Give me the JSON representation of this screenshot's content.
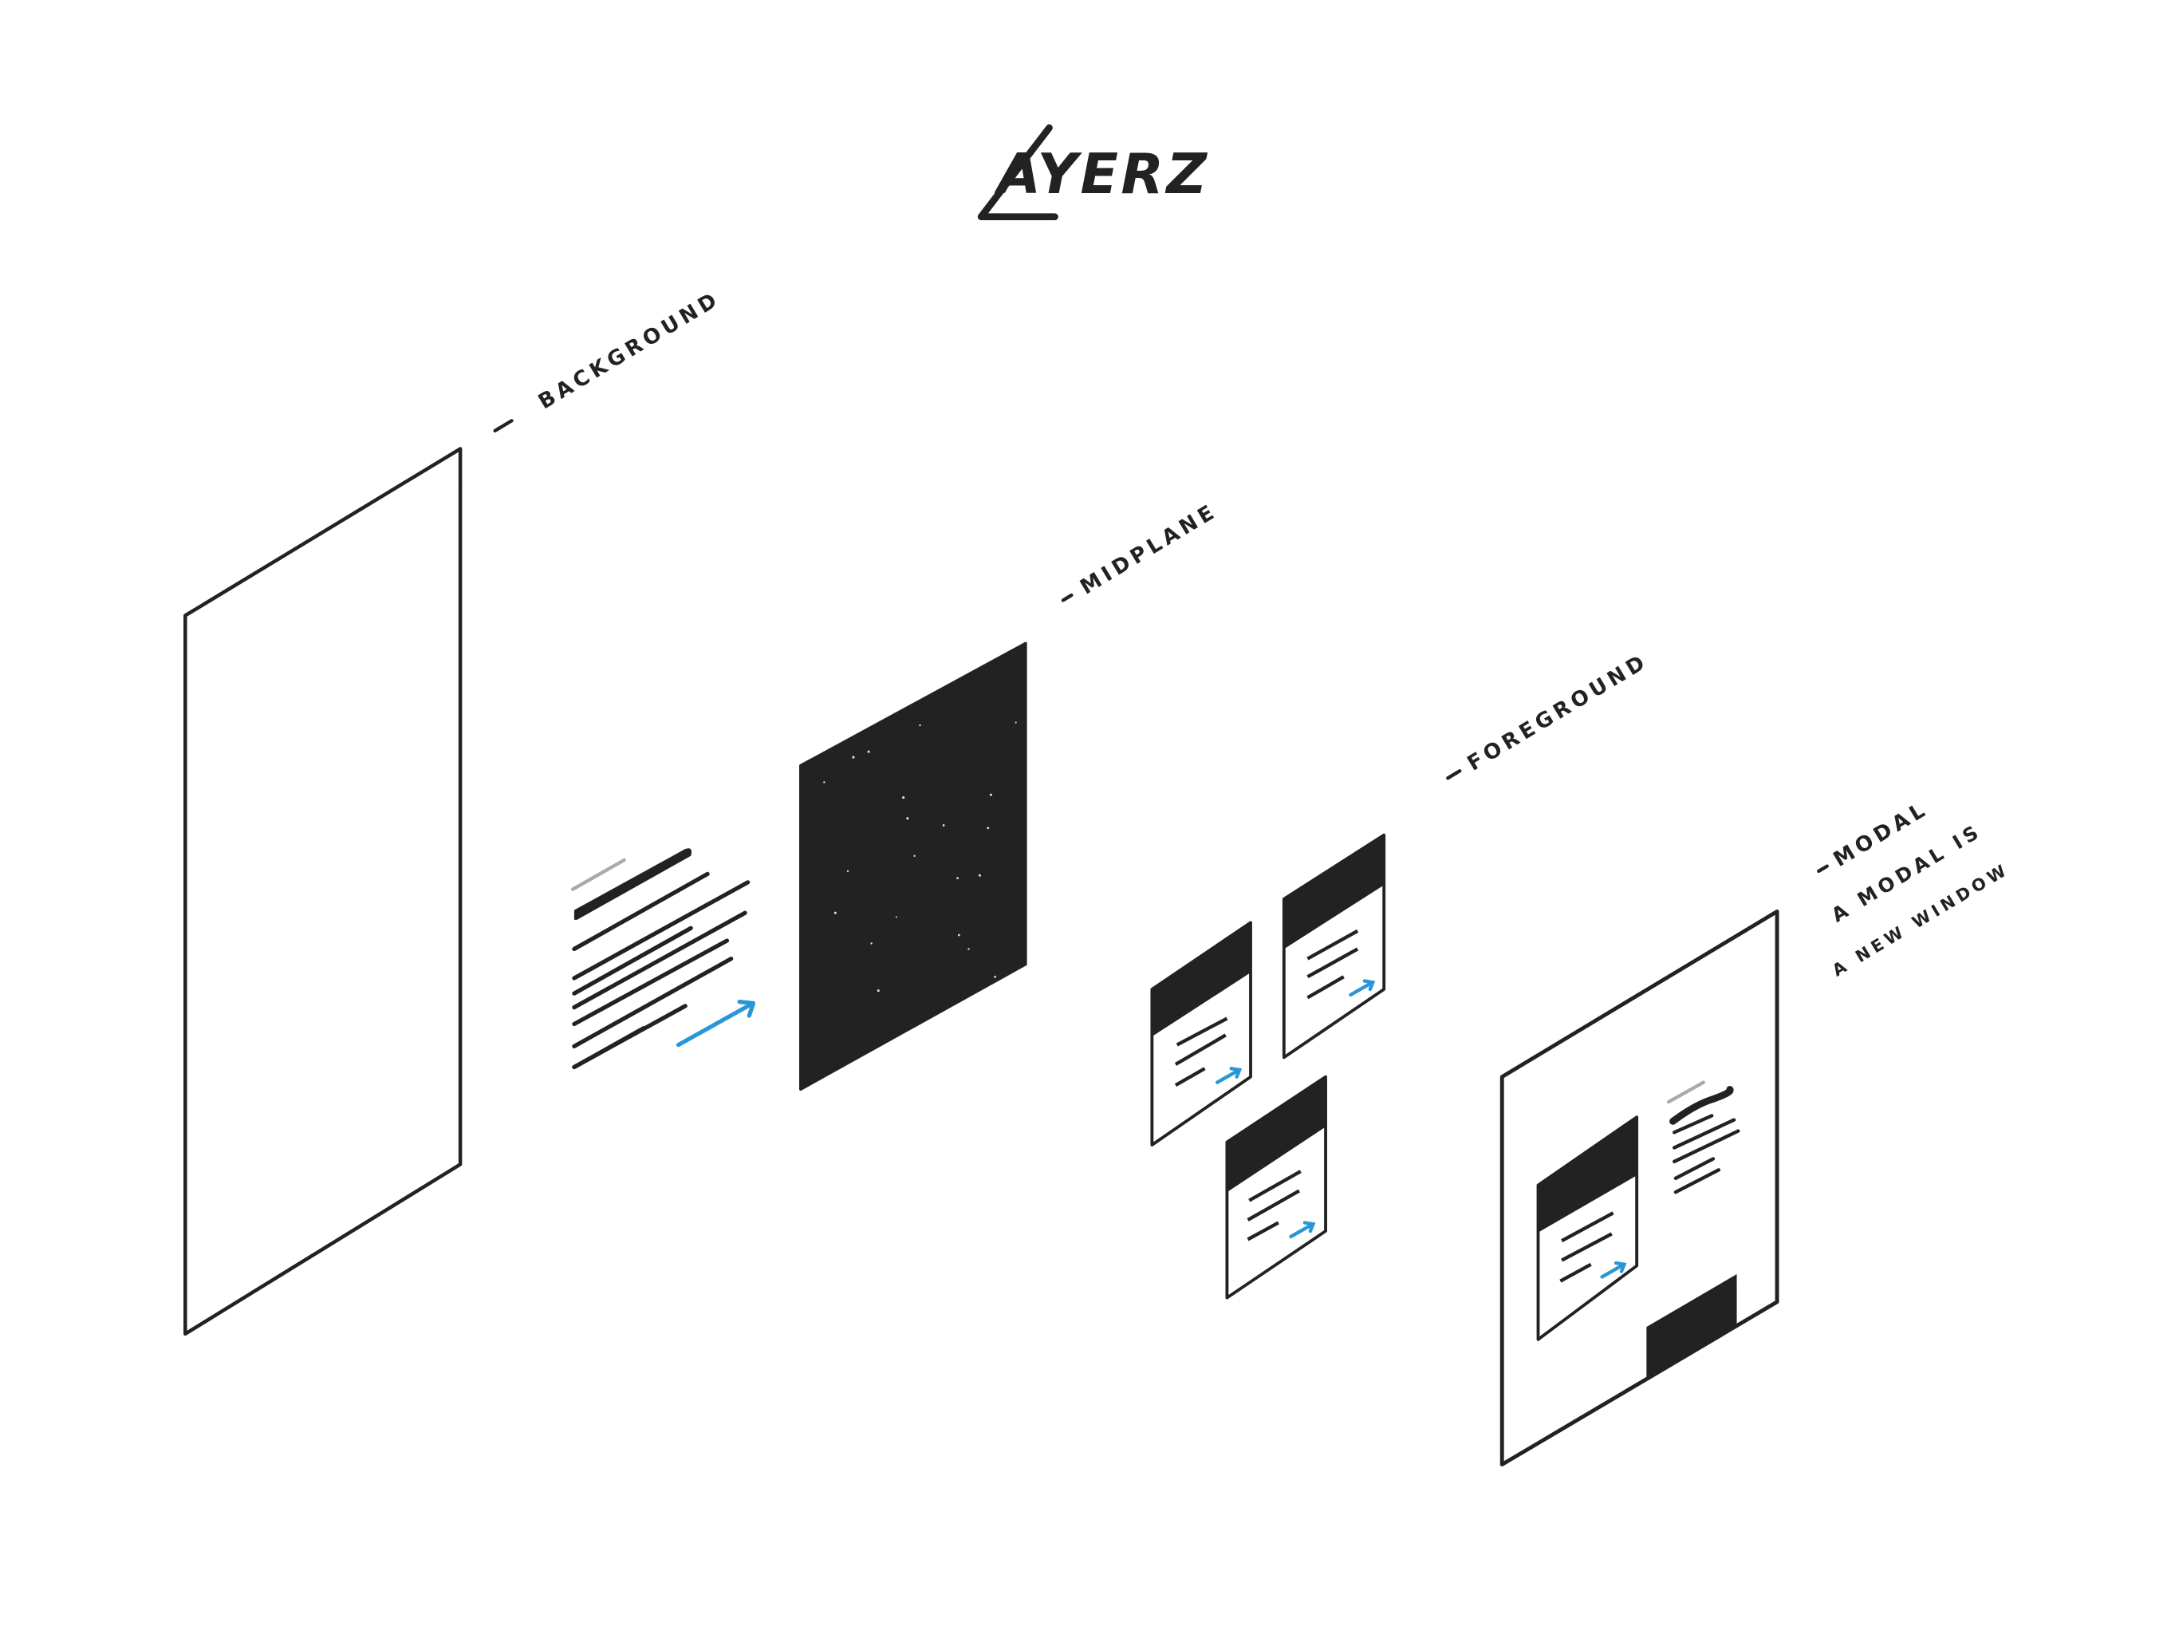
{
  "title": "LAYERZ",
  "title_rest": "AYERZ",
  "colors": {
    "ink": "#222222",
    "accent_blue": "#2a96d6",
    "muted_gray": "#aaaaaa",
    "background": "#ffffff"
  },
  "layers": [
    {
      "id": "background",
      "label": "BACKGROUND",
      "dash": "—"
    },
    {
      "id": "midplane",
      "label": "MIDPLANE",
      "dash": "–"
    },
    {
      "id": "foreground",
      "label": "FOREGROUND",
      "dash": "—"
    },
    {
      "id": "modal",
      "label": "MODAL",
      "dash": "–"
    }
  ],
  "modal_note": {
    "line1": "A MODAL IS",
    "line2": "A NEW WINDOW"
  },
  "icons": {
    "arrow": "arrow-up-right-icon",
    "card": "card-icon",
    "text_block": "text-lines-icon"
  }
}
